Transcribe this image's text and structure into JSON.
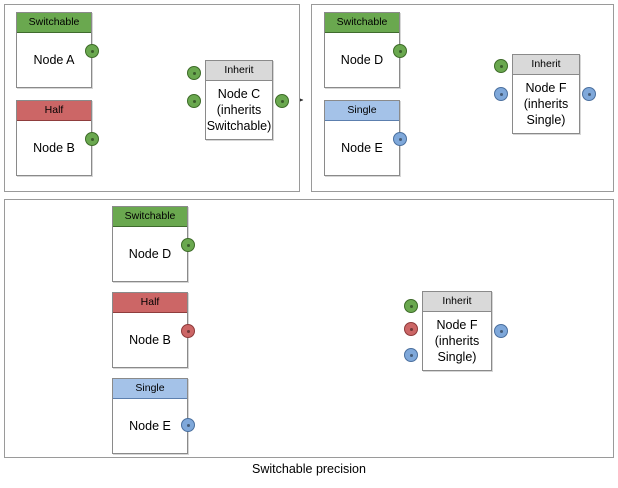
{
  "diagram": {
    "caption": "Switchable precision",
    "colors": {
      "switchable": "#6aa84f",
      "half": "#cc6666",
      "single": "#a4c2e8",
      "inherit": "#d9d9d9",
      "port_green": "#6aa84f",
      "port_red": "#cc6666",
      "port_blue": "#7fa8da",
      "panel_border": "#9a9a9a",
      "edge": "#3b3b3b"
    },
    "panels": [
      {
        "id": "top-left",
        "nodes": [
          {
            "id": "node-a",
            "header": "Switchable",
            "header_type": "switchable",
            "body": "Node A",
            "ports": [
              {
                "side": "out",
                "color": "green"
              }
            ]
          },
          {
            "id": "node-b-topleft",
            "header": "Half",
            "header_type": "half",
            "body": "Node B",
            "ports": [
              {
                "side": "out",
                "color": "green"
              }
            ]
          },
          {
            "id": "node-c",
            "header": "Inherit",
            "header_type": "inherit",
            "body": "Node C\n(inherits\nSwitchable)",
            "ports": [
              {
                "side": "in",
                "color": "green"
              },
              {
                "side": "in",
                "color": "green"
              },
              {
                "side": "out",
                "color": "green"
              }
            ]
          }
        ],
        "edges": [
          {
            "from": "node-a",
            "to": "node-c",
            "port": 0
          },
          {
            "from": "node-b-topleft",
            "to": "node-c",
            "port": 1
          }
        ]
      },
      {
        "id": "top-right",
        "nodes": [
          {
            "id": "node-d-topright",
            "header": "Switchable",
            "header_type": "switchable",
            "body": "Node D",
            "ports": [
              {
                "side": "out",
                "color": "green"
              }
            ]
          },
          {
            "id": "node-e-topright",
            "header": "Single",
            "header_type": "single",
            "body": "Node E",
            "ports": [
              {
                "side": "out",
                "color": "blue"
              }
            ]
          },
          {
            "id": "node-f-topright",
            "header": "Inherit",
            "header_type": "inherit",
            "body": "Node F\n(inherits\nSingle)",
            "ports": [
              {
                "side": "in",
                "color": "green"
              },
              {
                "side": "in",
                "color": "blue"
              },
              {
                "side": "out",
                "color": "blue"
              }
            ]
          }
        ],
        "edges": [
          {
            "from": "node-d-topright",
            "to": "node-f-topright",
            "port": 0
          },
          {
            "from": "node-e-topright",
            "to": "node-f-topright",
            "port": 1
          }
        ]
      },
      {
        "id": "bottom",
        "nodes": [
          {
            "id": "node-d-bottom",
            "header": "Switchable",
            "header_type": "switchable",
            "body": "Node D",
            "ports": [
              {
                "side": "out",
                "color": "green"
              }
            ]
          },
          {
            "id": "node-b-bottom",
            "header": "Half",
            "header_type": "half",
            "body": "Node B",
            "ports": [
              {
                "side": "out",
                "color": "red"
              }
            ]
          },
          {
            "id": "node-e-bottom",
            "header": "Single",
            "header_type": "single",
            "body": "Node E",
            "ports": [
              {
                "side": "out",
                "color": "blue"
              }
            ]
          },
          {
            "id": "node-f-bottom",
            "header": "Inherit",
            "header_type": "inherit",
            "body": "Node F\n(inherits\nSingle)",
            "ports": [
              {
                "side": "in",
                "color": "green"
              },
              {
                "side": "in",
                "color": "red"
              },
              {
                "side": "in",
                "color": "blue"
              },
              {
                "side": "out",
                "color": "blue"
              }
            ]
          }
        ],
        "edges": [
          {
            "from": "node-d-bottom",
            "to": "node-f-bottom",
            "port": 0
          },
          {
            "from": "node-b-bottom",
            "to": "node-f-bottom",
            "port": 1
          },
          {
            "from": "node-e-bottom",
            "to": "node-f-bottom",
            "port": 2
          }
        ]
      }
    ],
    "labels": {
      "switchable": "Switchable",
      "half": "Half",
      "single": "Single",
      "inherit": "Inherit",
      "node_a": "Node A",
      "node_b": "Node B",
      "node_c": "Node C\n(inherits\nSwitchable)",
      "node_d": "Node D",
      "node_e": "Node E",
      "node_f": "Node F\n(inherits\nSingle)"
    }
  }
}
